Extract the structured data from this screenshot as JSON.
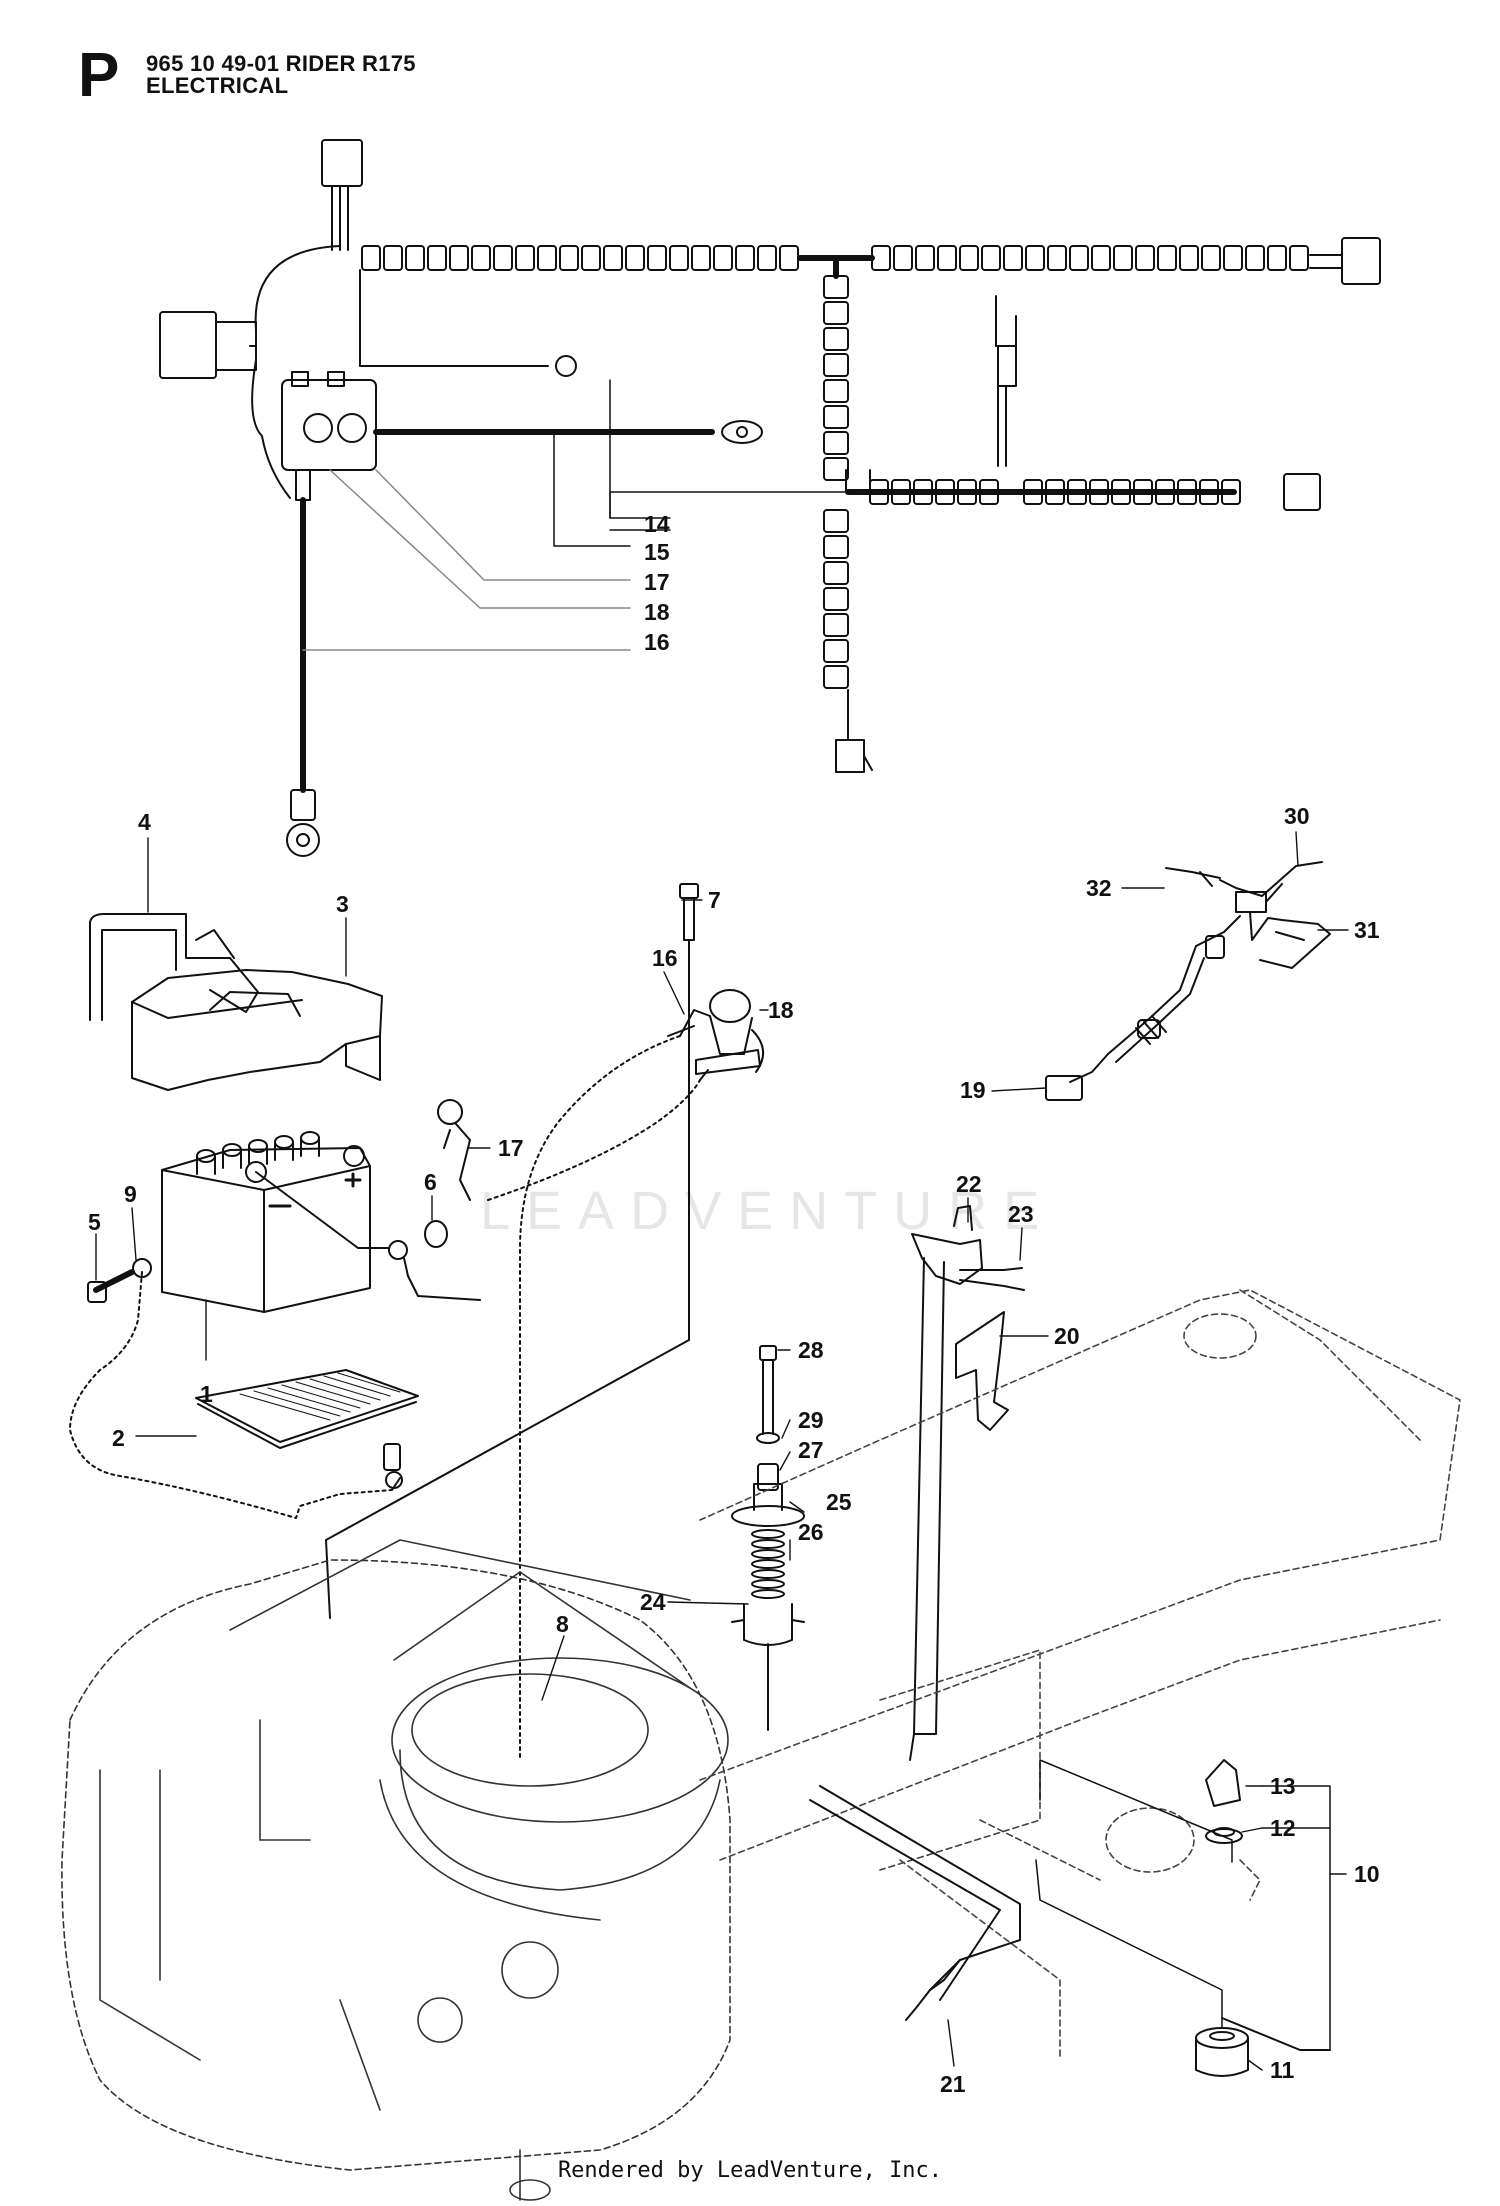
{
  "header": {
    "section_letter": "P",
    "model_line": "965 10 49-01 RIDER R175",
    "section_title": "ELECTRICAL"
  },
  "watermark": "LEADVENTURE",
  "footer": "Rendered by LeadVenture, Inc.",
  "callouts": [
    "1",
    "2",
    "3",
    "4",
    "5",
    "6",
    "7",
    "8",
    "9",
    "10",
    "11",
    "12",
    "13",
    "14",
    "15",
    "16",
    "16",
    "17",
    "17",
    "18",
    "18",
    "19",
    "20",
    "21",
    "22",
    "23",
    "24",
    "25",
    "26",
    "27",
    "28",
    "29",
    "30",
    "31",
    "32"
  ],
  "colors": {
    "line": "#111111",
    "light": "#9a9a9a",
    "watermark": "#e6e6e6"
  }
}
